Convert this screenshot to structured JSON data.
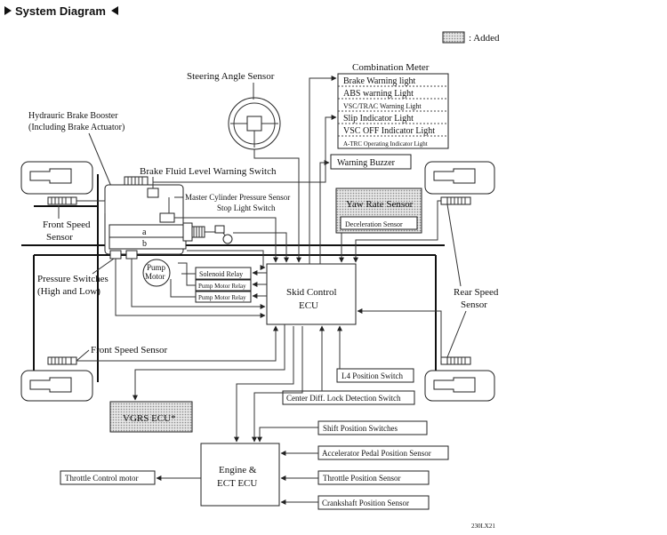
{
  "header": {
    "title": "System Diagram"
  },
  "legend": {
    "label": ": Added"
  },
  "labels": {
    "combination_meter": "Combination Meter",
    "steering_angle_sensor": "Steering Angle Sensor",
    "hydraulic_brake_booster_1": "Hydrauric Brake Booster",
    "hydraulic_brake_booster_2": "(Including Brake Actuator)",
    "brake_fluid_level_switch": "Brake Fluid Level Warning Switch",
    "master_cylinder_pressure_sensor": "Master Cylinder Pressure Sensor",
    "stop_light_switch": "Stop Light Switch",
    "front_speed_sensor_left_1": "Front Speed",
    "front_speed_sensor_left_2": "Sensor",
    "front_speed_sensor_bottom": "Front Speed Sensor",
    "pressure_switches_1": "Pressure Switches",
    "pressure_switches_2": "(High and Low)",
    "rear_speed_sensor_1": "Rear Speed",
    "rear_speed_sensor_2": "Sensor",
    "chamber_a": "a",
    "chamber_b": "b",
    "pump_motor_1": "Pump",
    "pump_motor_2": "Motor",
    "figure_code": "230LX21"
  },
  "meter_items": [
    "Brake Warning light",
    "ABS warning Light",
    "VSC/TRAC Warning Light",
    "Slip Indicator Light",
    "VSC OFF Indicator Light",
    "A-TRC Operating Indicator Light"
  ],
  "boxes": {
    "warning_buzzer": "Warning Buzzer",
    "yaw_rate_sensor": "Yaw Rate Sensor",
    "deceleration_sensor": "Deceleration Sensor",
    "solenoid_relay": "Solenoid Relay",
    "pump_motor_relay_1": "Pump Motor Relay",
    "pump_motor_relay_2": "Pump Motor Relay",
    "skid_control_ecu_1": "Skid Control",
    "skid_control_ecu_2": "ECU",
    "l4_position_switch": "L4 Position Switch",
    "center_diff_switch": "Center Diff. Lock Detection Switch",
    "vgrs_ecu": "VGRS ECU*",
    "engine_ecu_1": "Engine &",
    "engine_ecu_2": "ECT ECU",
    "throttle_control_motor": "Throttle Control motor",
    "shift_position_switches": "Shift Position Switches",
    "accelerator_pedal_sensor": "Accelerator Pedal Position Sensor",
    "throttle_position_sensor": "Throttle Position Sensor",
    "crankshaft_position_sensor": "Crankshaft Position Sensor"
  }
}
